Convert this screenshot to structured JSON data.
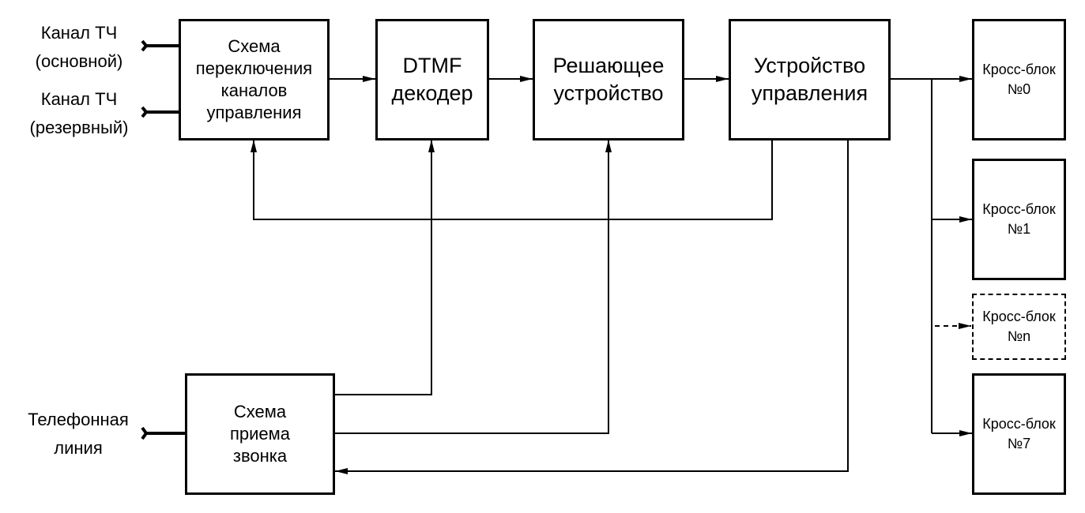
{
  "inputs": {
    "channel_main": "Канал ТЧ\n(основной)",
    "channel_reserve": "Канал ТЧ\n(резервный)",
    "phone_line": "Телефонная\nлиния"
  },
  "blocks": {
    "switch_scheme": "Схема\nпереключения\nканалов\nуправления",
    "dtmf_decoder": "DTMF\nдекодер",
    "decision_device": "Решающее\nустройство",
    "control_device": "Устройство\nуправления",
    "ring_scheme": "Схема\nприема\nзвонка"
  },
  "cross_blocks": [
    {
      "label": "Кросс-блок\n№0",
      "style": "solid"
    },
    {
      "label": "Кросс-блок\n№1",
      "style": "solid"
    },
    {
      "label": "Кросс-блок\n№n",
      "style": "dashed"
    },
    {
      "label": "Кросс-блок\n№7",
      "style": "solid"
    }
  ]
}
